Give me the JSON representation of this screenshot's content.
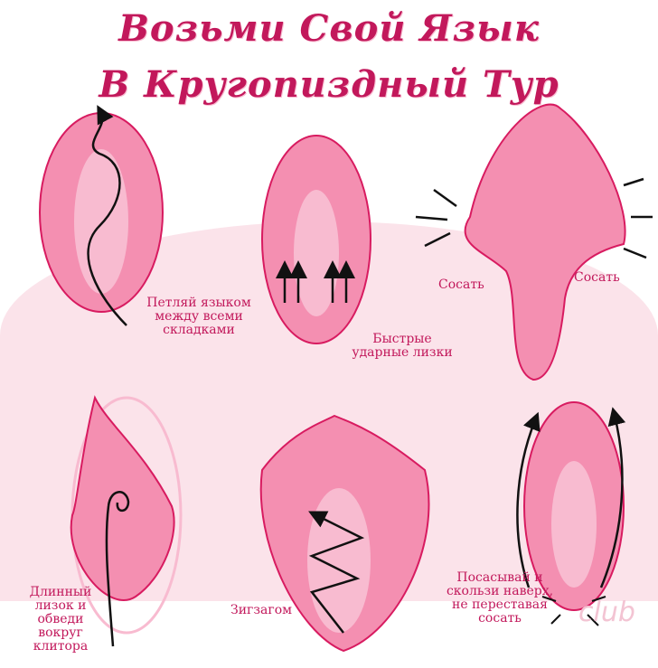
{
  "title": {
    "line1": "Возьми Свой Язык",
    "line2": "В Кругопиздный Тур"
  },
  "captions": {
    "loop": "Петляй языком между всеми складками",
    "flick": "Быстрые ударные лизки",
    "suck_left": "Сосать",
    "suck_right": "Сосать",
    "long_lick": "Длинный лизок и обведи вокруг клитора",
    "zigzag": "Зигзагом",
    "slide": "Посасывай и скользи наверх, не переставая сосать"
  },
  "watermark": "club",
  "colors": {
    "accent": "#c2185b",
    "fill": "#f48fb1",
    "light": "#fbe3ea"
  }
}
